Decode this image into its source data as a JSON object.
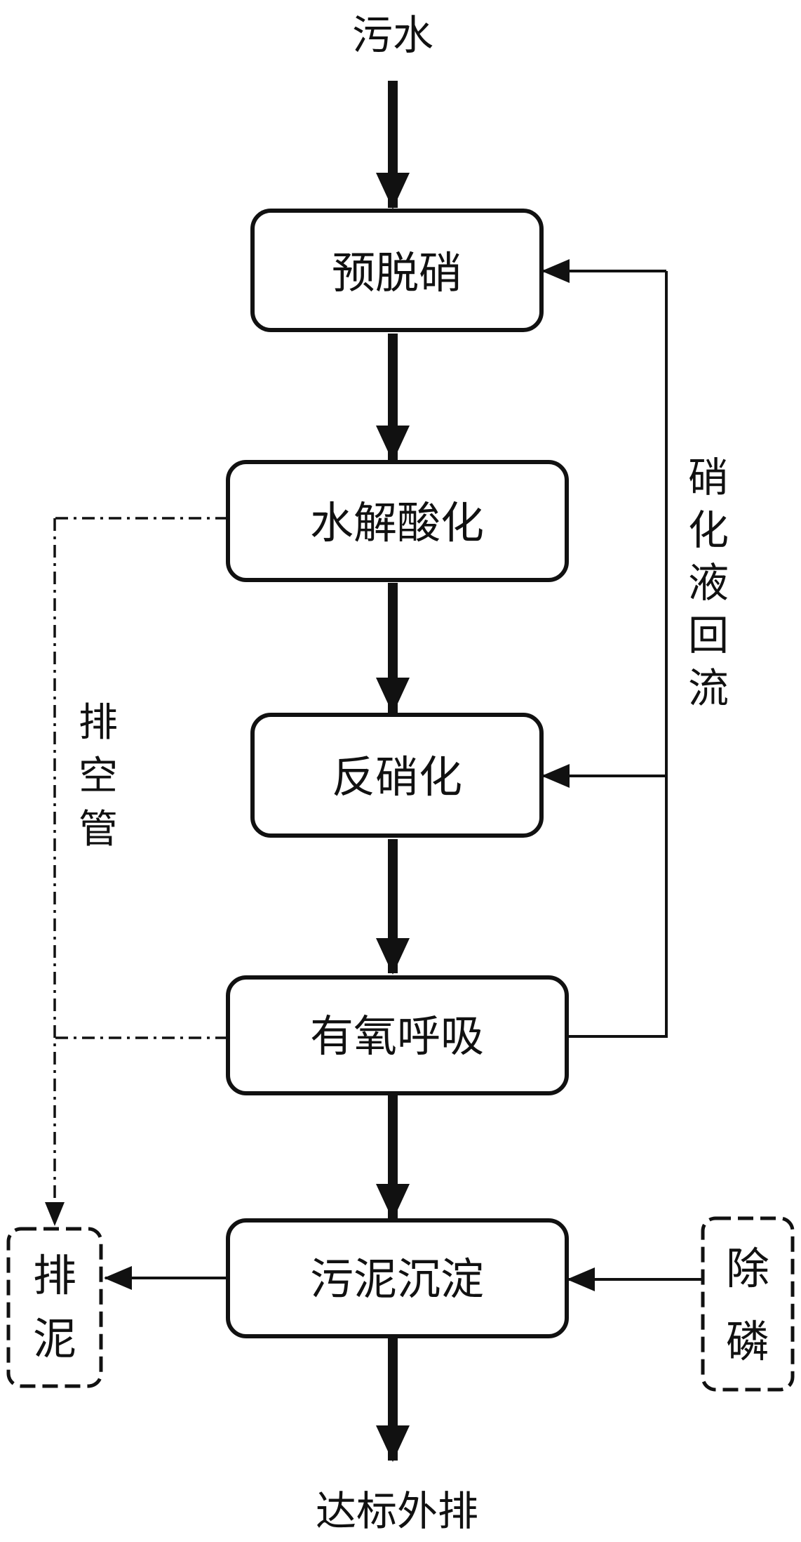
{
  "input_label": "污水",
  "output_label": "达标外排",
  "process_boxes": [
    {
      "id": "pre-denitrification",
      "label": "预脱硝"
    },
    {
      "id": "hydrolysis-acidification",
      "label": "水解酸化"
    },
    {
      "id": "denitrification",
      "label": "反硝化"
    },
    {
      "id": "aerobic-respiration",
      "label": "有氧呼吸"
    },
    {
      "id": "sludge-sedimentation",
      "label": "污泥沉淀"
    }
  ],
  "side_boxes": {
    "sludge_discharge": {
      "chars": [
        "排",
        "泥"
      ]
    },
    "phosphorus_removal": {
      "chars": [
        "除",
        "磷"
      ]
    }
  },
  "labels": {
    "nitrified_liquid_return": {
      "chars": [
        "硝",
        "化",
        "液",
        "回",
        "流"
      ]
    },
    "drain_pipe": {
      "chars": [
        "排",
        "空",
        "管"
      ]
    }
  },
  "colors": {
    "stroke": "#111111",
    "background": "#ffffff"
  }
}
